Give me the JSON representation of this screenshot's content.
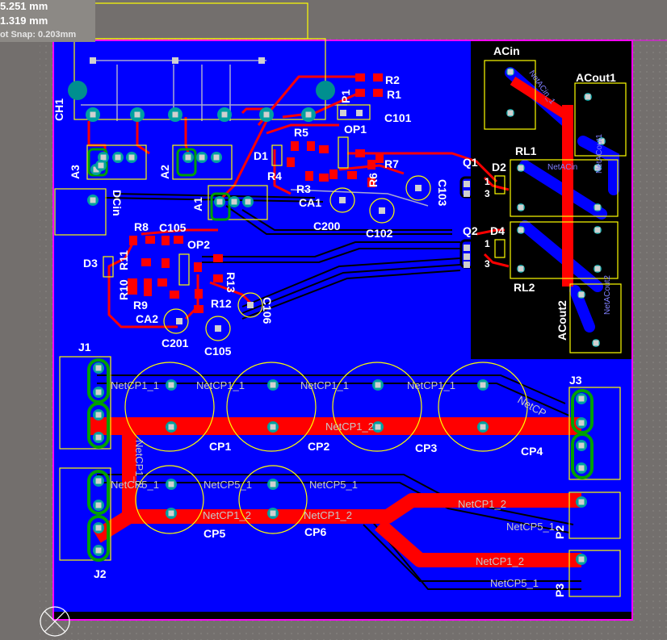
{
  "hud": {
    "line1": "5.251 mm",
    "line2": "1.319 mm",
    "line3": "ot Snap: 0.203mm"
  },
  "colors": {
    "canvas": "#736f6d",
    "board_dark": "#000000",
    "bottom_copper": "#0000ff",
    "top_copper": "#ff0000",
    "silkscreen": "#ffff00",
    "board_outline": "#ff00ff",
    "pad": "#c0c0c0",
    "via_ring": "#00a0a0",
    "net_label": "#c0c0c0"
  },
  "designators": {
    "ch1": "CH1",
    "a1": "A1",
    "a2": "A2",
    "a3": "A3",
    "dcin": "DCin",
    "acin": "ACin",
    "acout1": "ACout1",
    "acout2": "ACout2",
    "r1": "R1",
    "r2": "R2",
    "r3": "R3",
    "r4": "R4",
    "r5": "R5",
    "r6": "R6",
    "r7": "R7",
    "r8": "R8",
    "r9": "R9",
    "r10": "R10",
    "r11": "R11",
    "r12": "R12",
    "r13": "R13",
    "p1_top": "P1",
    "c101": "C101",
    "op1": "OP1",
    "op2": "OP2",
    "d1": "D1",
    "d2": "D2",
    "d3": "D3",
    "d4": "D4",
    "ca1": "CA1",
    "ca2": "CA2",
    "c200": "C200",
    "c201": "C201",
    "c102": "C102",
    "c103": "C103",
    "c105a": "C105",
    "c105b": "C105",
    "c106": "C106",
    "q1": "Q1",
    "q2": "Q2",
    "rl1": "RL1",
    "rl2": "RL2",
    "j1": "J1",
    "j2": "J2",
    "j3": "J3",
    "p2": "P2",
    "p3": "P3",
    "cp1": "CP1",
    "cp2": "CP2",
    "cp3": "CP3",
    "cp4": "CP4",
    "cp5": "CP5",
    "cp6": "CP6",
    "pin1a": "1",
    "pin3a": "3",
    "pin1b": "1",
    "pin3b": "3"
  },
  "nets": {
    "netacin": "NetACin_1",
    "netacout1": "NetACout1",
    "netcin": "NetACin",
    "netcp1_1a": "NetCP1_1",
    "netcp1_1b": "NetCP1_1",
    "netcp1_1c": "NetCP1_1",
    "netcp1_1d": "NetCP1_1",
    "netcp1_2a": "NetCP1_2",
    "netcp1_2b": "NetCP1_2",
    "netcp1_2c": "NetCP1_2",
    "netcp1_2d": "NetCP1_2",
    "netcp1_2e": "NetCP1_2",
    "netcp1_2f": "NetCP1_2",
    "netcp5_1a": "NetCP5_1",
    "netcp5_1b": "NetCP5_1",
    "netcp5_1c": "NetCP5_1",
    "netcp5_1d": "NetCP5_1",
    "netcp5_1e": "NetCP5_1",
    "netcp_frag": "NetCP",
    "netacout2": "NetACout2"
  }
}
